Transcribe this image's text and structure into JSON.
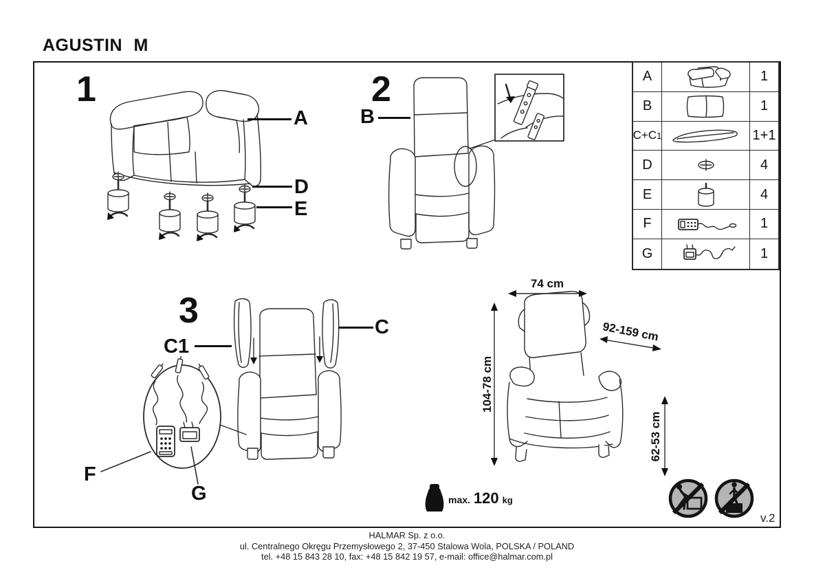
{
  "title": "AGUSTIN M",
  "version": "v.2",
  "steps": {
    "step1": "1",
    "step2": "2",
    "step3": "3"
  },
  "callouts": {
    "a": "A",
    "b": "B",
    "c": "C",
    "c1": "C1",
    "d": "D",
    "e": "E",
    "f": "F",
    "g": "G"
  },
  "parts_table": {
    "rows": [
      {
        "letter": "A",
        "letter_sub": "",
        "icon": "armchair-body-icon",
        "qty": "1"
      },
      {
        "letter": "B",
        "letter_sub": "",
        "icon": "backrest-cushion-icon",
        "qty": "1"
      },
      {
        "letter": "C+C",
        "letter_sub": "1",
        "icon": "armrest-pad-icon",
        "qty": "1+1"
      },
      {
        "letter": "D",
        "letter_sub": "",
        "icon": "screw-icon",
        "qty": "4"
      },
      {
        "letter": "E",
        "letter_sub": "",
        "icon": "leg-cylinder-icon",
        "qty": "4"
      },
      {
        "letter": "F",
        "letter_sub": "",
        "icon": "remote-control-icon",
        "qty": "1"
      },
      {
        "letter": "G",
        "letter_sub": "",
        "icon": "power-adapter-icon",
        "qty": "1"
      }
    ]
  },
  "dimensions": {
    "width": "74 cm",
    "depth": "92-159 cm",
    "height": "104-78 cm",
    "extended_height": "62-53 cm"
  },
  "weight_limit": {
    "prefix": "max.",
    "value": "120",
    "unit": "kg"
  },
  "safety_icons": [
    "no-pushing-icon",
    "no-standing-icon"
  ],
  "footer": {
    "company": "HALMAR Sp. z o.o.",
    "address": "ul. Centralnego Okręgu Przemysłowego 2, 37-450 Stalowa Wola, POLSKA / POLAND",
    "contact": "tel. +48 15 843 28 10, fax: +48 15 842 19 57, e-mail: office@halmar.com.pl"
  },
  "colors": {
    "ink": "#1a1a1a",
    "pictogram_bg": "#b5b5b5"
  }
}
